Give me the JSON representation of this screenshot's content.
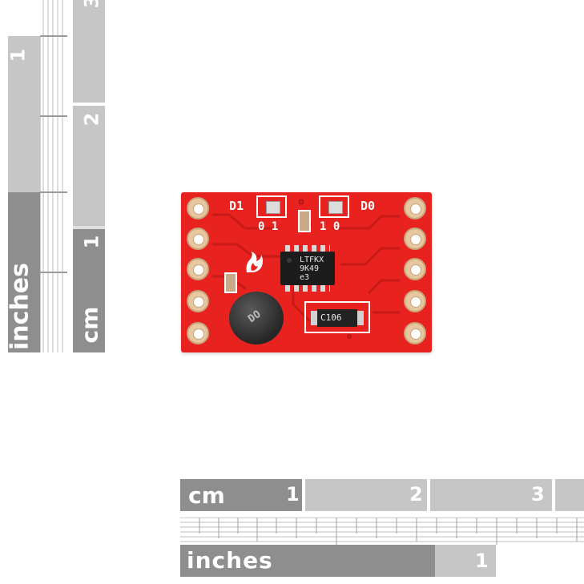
{
  "rulers": {
    "left": {
      "cm_label": "cm",
      "inches_label": "inches",
      "cm_numbers": [
        "3",
        "2",
        "1"
      ],
      "inch_numbers": [
        "1"
      ]
    },
    "bottom": {
      "cm_label": "cm",
      "inches_label": "inches",
      "cm_numbers": [
        "1",
        "2",
        "3"
      ],
      "inch_numbers": [
        "1"
      ]
    }
  },
  "board": {
    "led_d1": "D1",
    "led_d0": "D0",
    "jumper_left": "0 1",
    "jumper_right": "1 0",
    "chip_text": [
      "LTFKX",
      "9K49",
      "e3"
    ],
    "inductor_text": "DO",
    "diode_text": "C106"
  },
  "colors": {
    "pcb_red": "#e8231f",
    "ruler_dark": "#8c8c8c",
    "ruler_light": "#c8c8c8"
  }
}
